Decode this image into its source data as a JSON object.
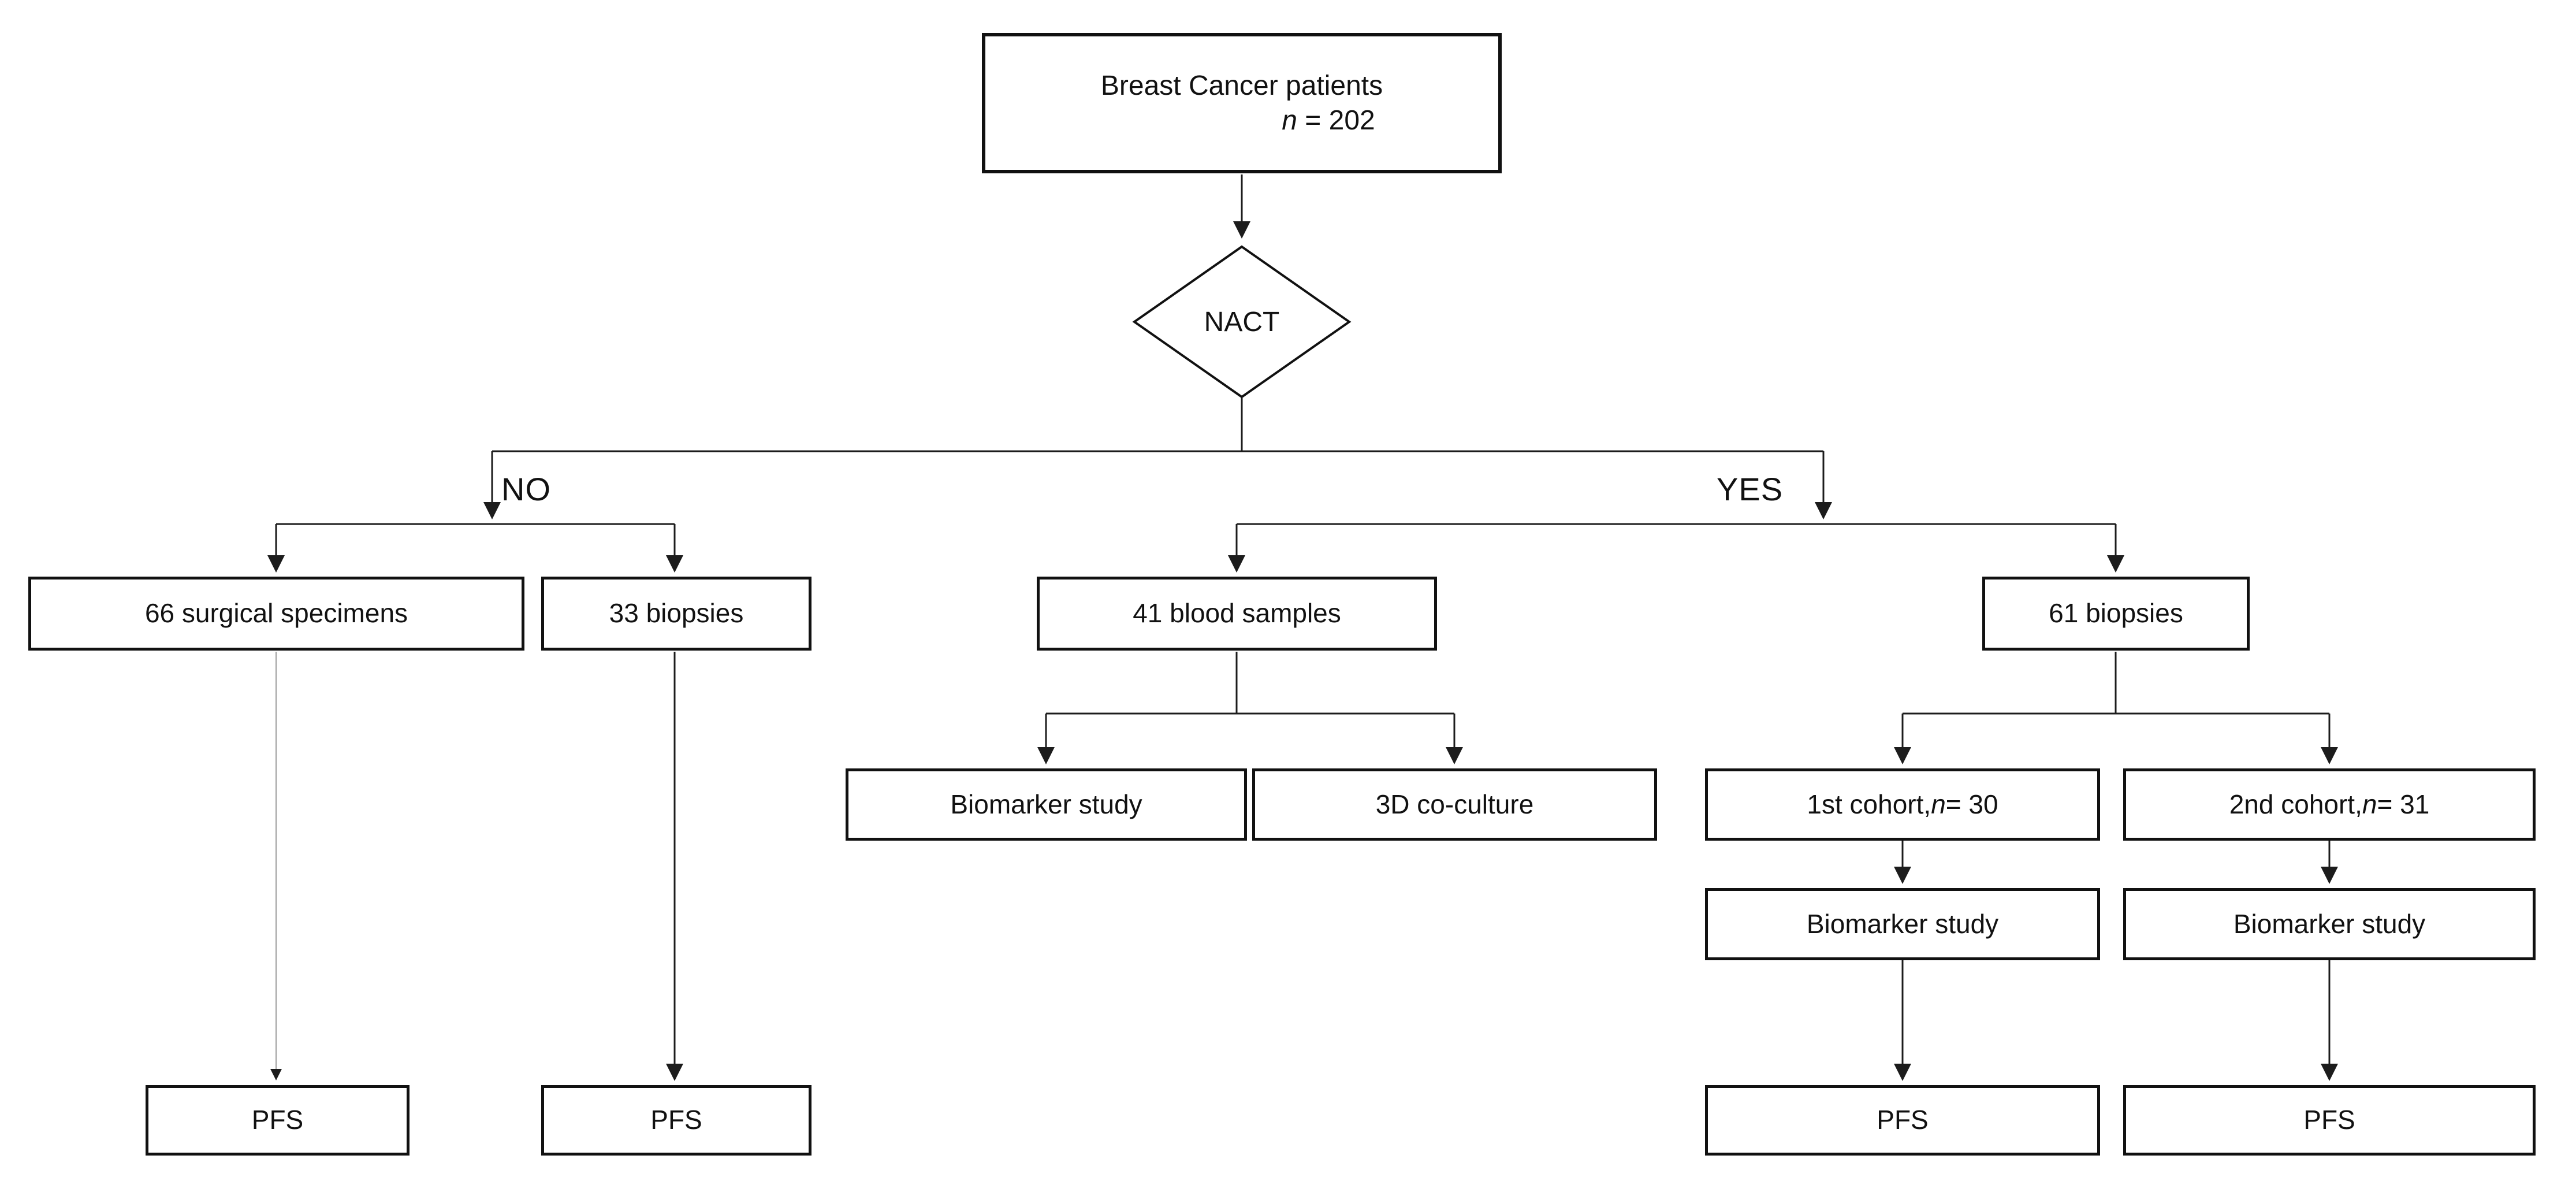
{
  "diagram": {
    "title_node": {
      "line1": "Breast Cancer patients",
      "n_var": "n",
      "n_rest": " = 202"
    },
    "decision": "NACT",
    "branch_no": "NO",
    "branch_yes": "YES",
    "surgical": "66 surgical specimens",
    "biopsies_no": "33 biopsies",
    "blood": "41 blood samples",
    "biopsies_yes": "61 biopsies",
    "biomarker_study": "Biomarker study",
    "coculture": "3D co-culture",
    "cohort1": {
      "prefix": "1st cohort, ",
      "n_var": "n",
      "n_rest": " = 30"
    },
    "cohort2": {
      "prefix": "2nd cohort, ",
      "n_var": "n",
      "n_rest": " = 31"
    },
    "pfs": "PFS"
  },
  "colors": {
    "line": "#1c1c1c",
    "border": "#111111",
    "background": "#ffffff",
    "faint-line": "#a0a0a0"
  }
}
